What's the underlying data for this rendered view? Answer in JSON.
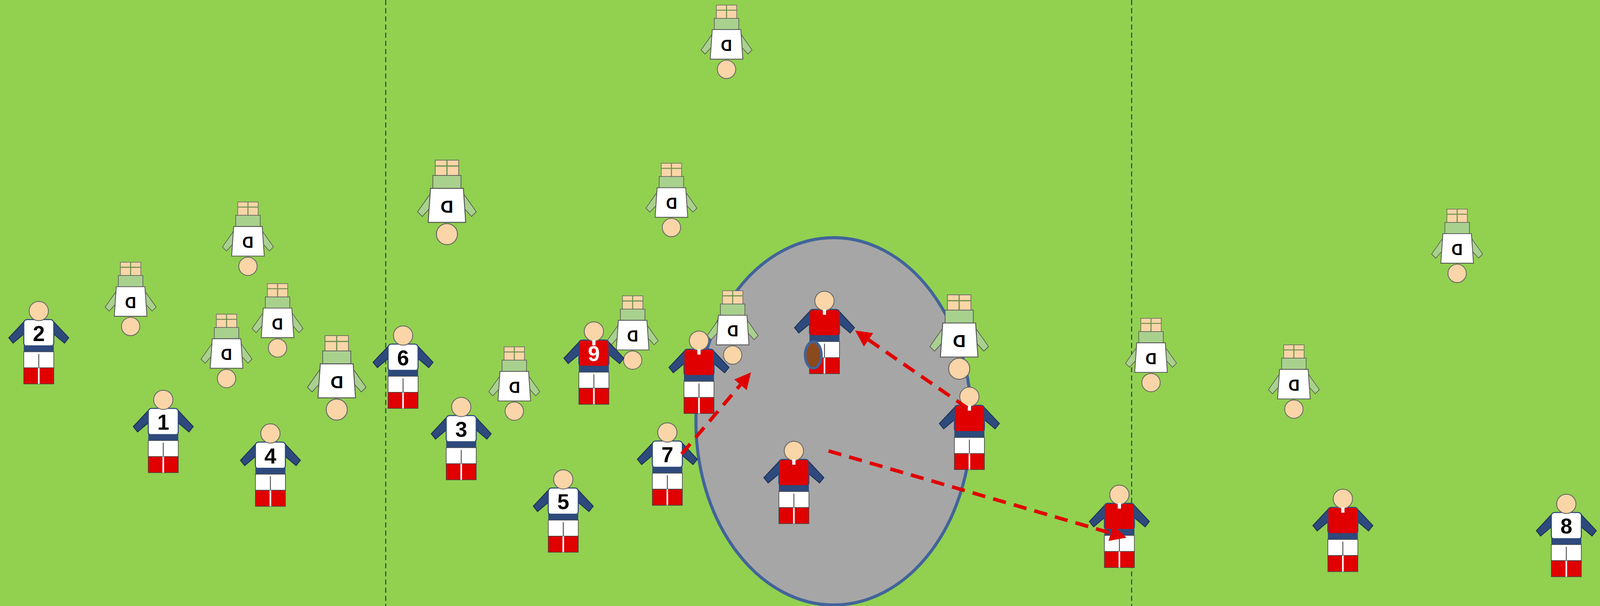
{
  "diagram": {
    "labels": [
      "D",
      "D",
      "D",
      "D",
      "D",
      "D",
      "D",
      "D",
      "D",
      "2",
      "D",
      "9",
      "D",
      "6",
      "D",
      "D",
      "D",
      "D",
      "1",
      "3",
      "7",
      "4",
      "5",
      "8"
    ]
  }
}
